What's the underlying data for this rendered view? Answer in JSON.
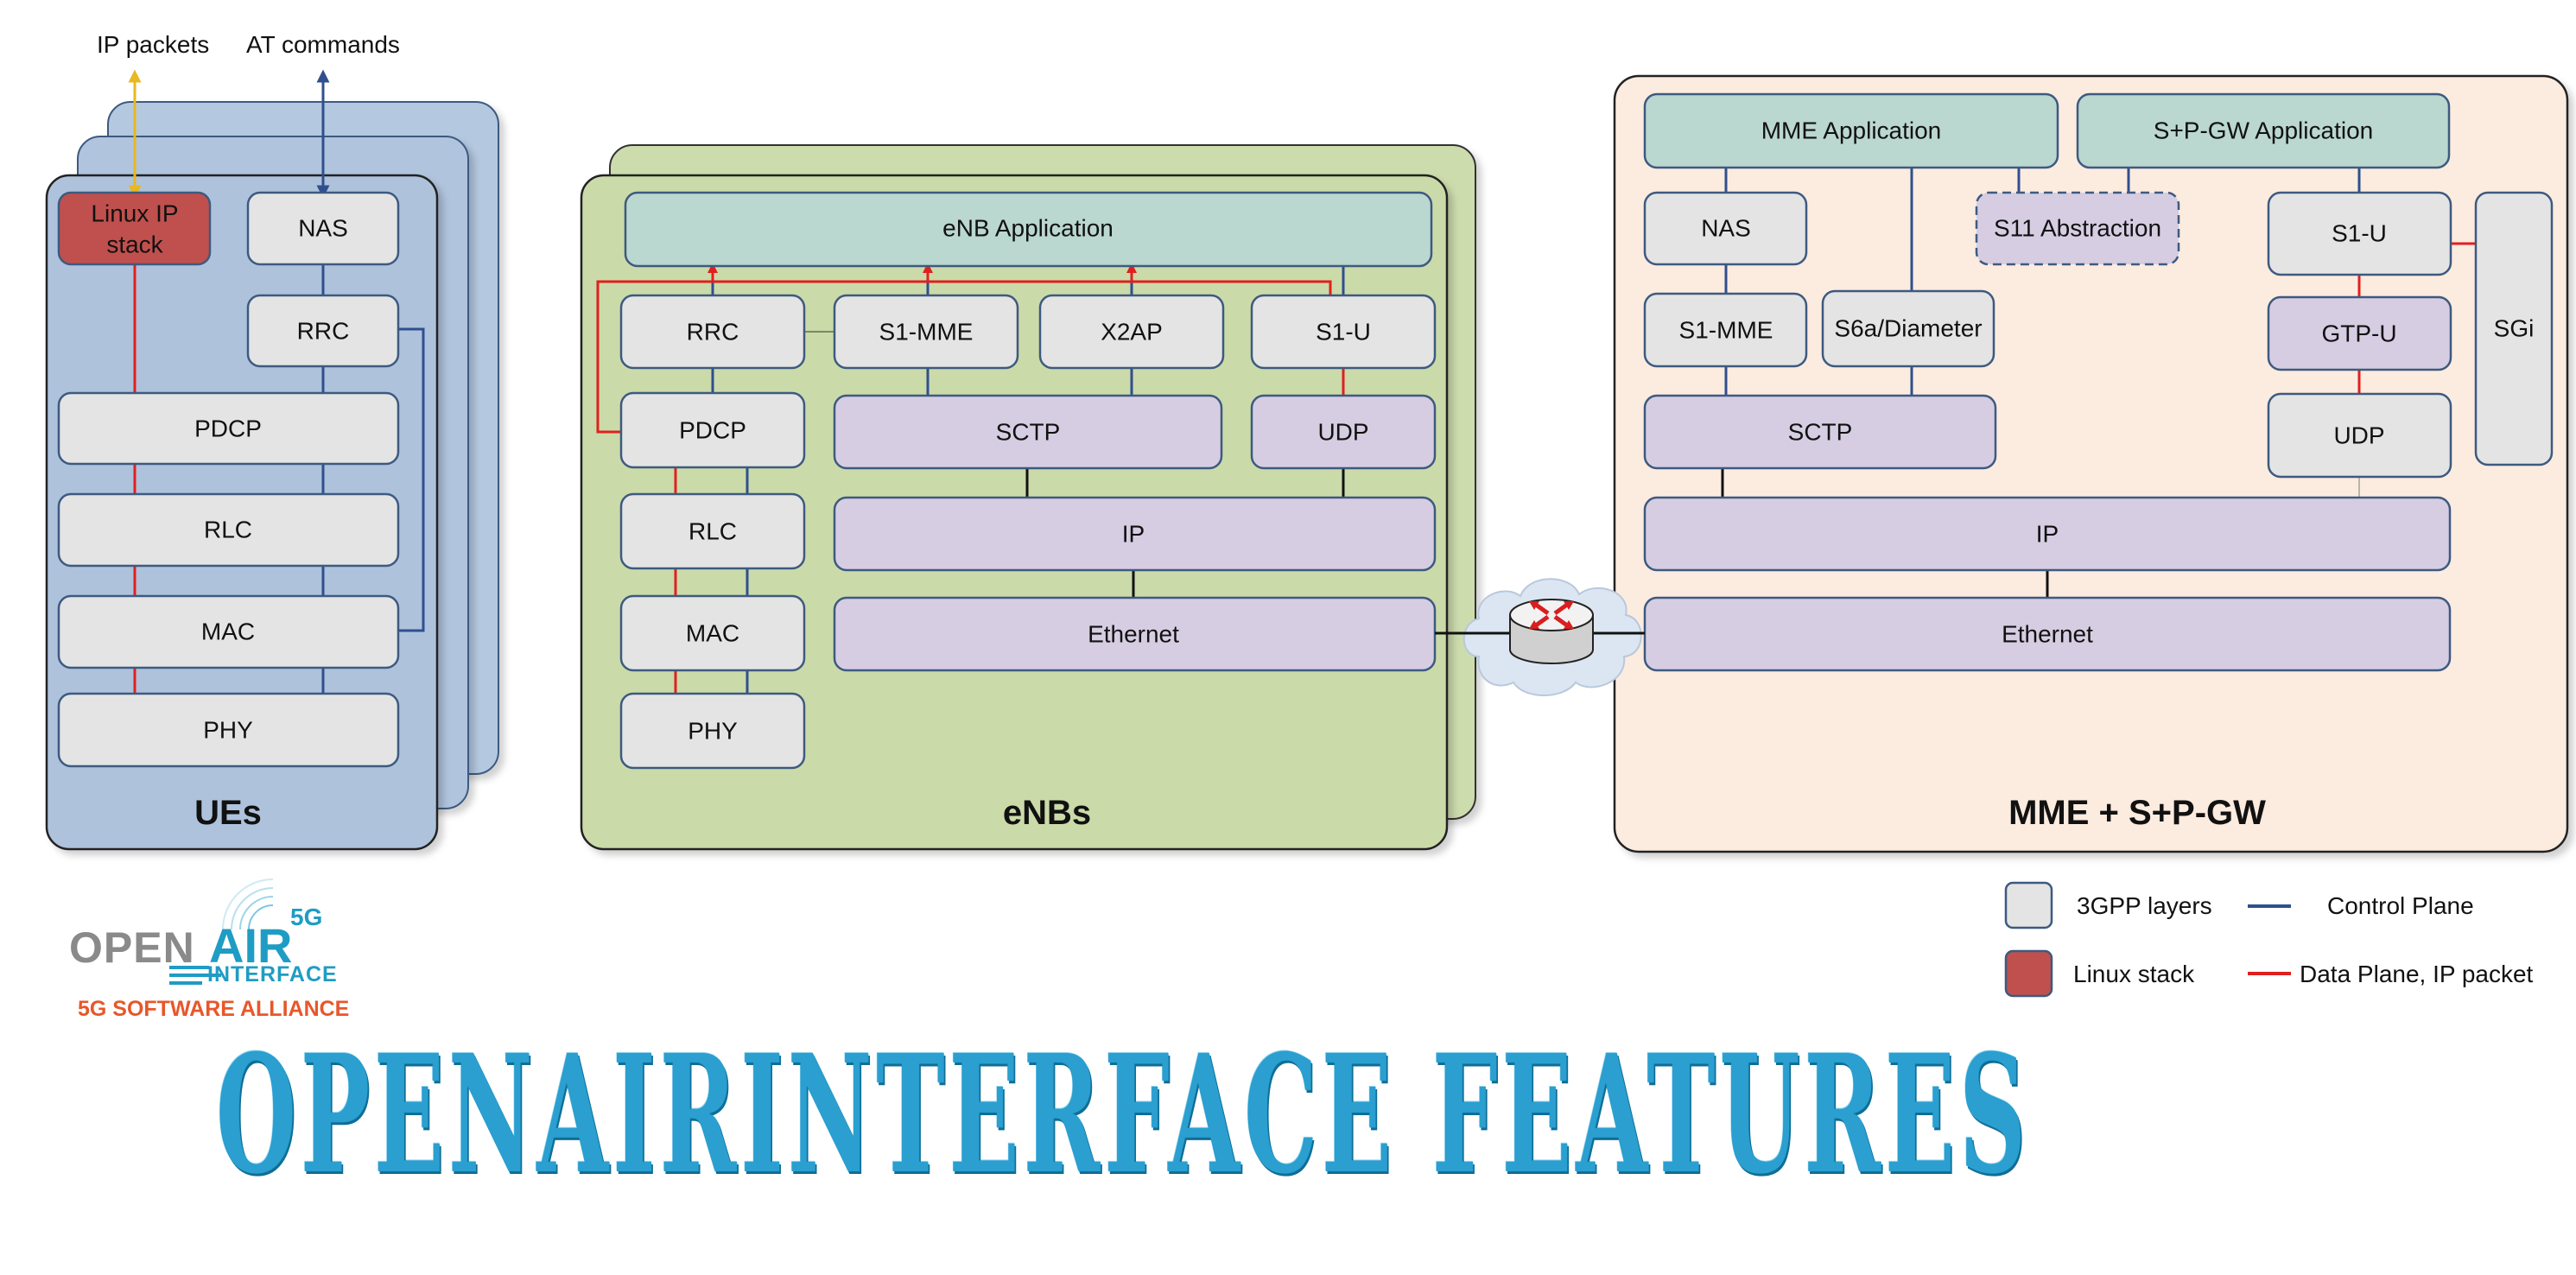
{
  "top_labels": {
    "ip_packets": "IP packets",
    "at_commands": "AT commands"
  },
  "ue": {
    "title": "UEs",
    "linux_stack": [
      "Linux IP",
      "stack"
    ],
    "nas": "NAS",
    "rrc": "RRC",
    "pdcp": "PDCP",
    "rlc": "RLC",
    "mac": "MAC",
    "phy": "PHY"
  },
  "enb": {
    "title": "eNBs",
    "app": "eNB Application",
    "rrc": "RRC",
    "s1mme": "S1-MME",
    "x2ap": "X2AP",
    "s1u": "S1-U",
    "pdcp": "PDCP",
    "sctp": "SCTP",
    "udp": "UDP",
    "rlc": "RLC",
    "ip": "IP",
    "mac": "MAC",
    "ethernet": "Ethernet",
    "phy": "PHY"
  },
  "core": {
    "title": "MME + S+P-GW",
    "mme_app": "MME Application",
    "spgw_app": "S+P-GW Application",
    "nas": "NAS",
    "s11": "S11 Abstraction",
    "s1u": "S1-U",
    "sgi": "SGi",
    "s1mme": "S1-MME",
    "s6a": "S6a/Diameter",
    "gtpu": "GTP-U",
    "sctp": "SCTP",
    "udp": "UDP",
    "ip": "IP",
    "ethernet": "Ethernet"
  },
  "legend": {
    "gpp_layers": "3GPP layers",
    "control_plane": "Control Plane",
    "linux_stack": "Linux stack",
    "data_plane": "Data Plane, IP packet"
  },
  "logo": {
    "open": "OPEN",
    "air": "AIR",
    "five_g": "5G",
    "interface": "INTERFACE",
    "alliance": "5G SOFTWARE ALLIANCE"
  },
  "banner": "OPENAIRINTERFACE FEATURES",
  "colors": {
    "gray_layer": "#e4e4e4",
    "purple_layer": "#d6cde3",
    "teal_app": "#bad7d0",
    "linux_red": "#c0504d",
    "ue_panel": "#b0c4de",
    "enb_panel": "#cddcad",
    "core_panel": "#fcebdf",
    "control_plane": "#2f4f8f",
    "data_plane": "#e02020",
    "banner": "#2a9fd0"
  },
  "icons": {
    "router": "router-icon",
    "cloud": "cloud-icon"
  }
}
